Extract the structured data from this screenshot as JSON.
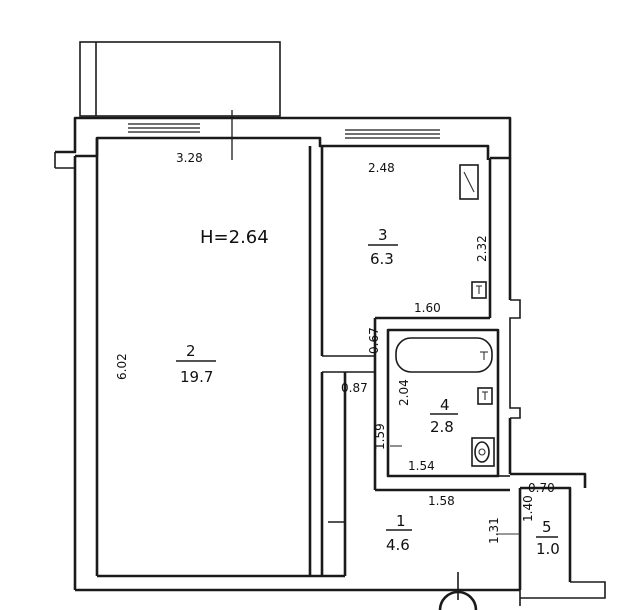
{
  "plan": {
    "ceiling_height": "H=2.64",
    "rooms": [
      {
        "number": "2",
        "area": "19.7"
      },
      {
        "number": "3",
        "area": "6.3"
      },
      {
        "number": "4",
        "area": "2.8"
      },
      {
        "number": "1",
        "area": "4.6"
      },
      {
        "number": "5",
        "area": "1.0"
      }
    ],
    "dimensions": {
      "room2_width": "3.28",
      "room2_length": "6.02",
      "kitchen_width": "2.48",
      "kitchen_length": "2.32",
      "kitchen_bottom": "1.60",
      "bath_top_gap": "0.67",
      "corridor_width": "0.87",
      "bath_side": "2.04",
      "bath_left": "1.59",
      "bath_bottom": "1.54",
      "hall_top": "1.58",
      "hall_side": "1.31",
      "closet_width": "0.70",
      "closet_length": "1.40"
    }
  }
}
